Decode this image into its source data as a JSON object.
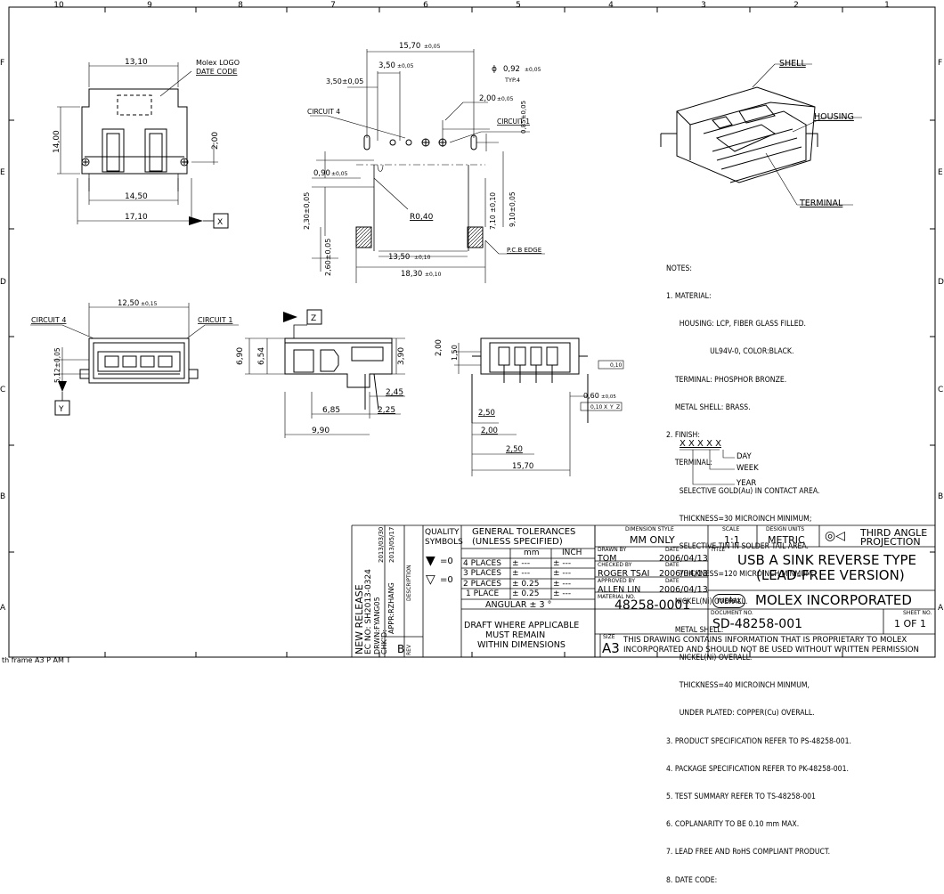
{
  "border": {
    "columns": [
      "10",
      "9",
      "8",
      "7",
      "6",
      "5",
      "4",
      "3",
      "2",
      "1"
    ],
    "rows_left": [
      "F",
      "E",
      "D",
      "C",
      "B",
      "A"
    ],
    "rows_right": [
      "F",
      "E",
      "D",
      "C",
      "B",
      "A"
    ],
    "frame_label": "th frame A3 P AM T"
  },
  "top_view": {
    "dims": [
      "13,10",
      "14,00",
      "2,00",
      "14,50",
      "17,10"
    ],
    "logo_label_1": "Molex LOGO",
    "logo_label_2": "DATE CODE",
    "datum": "X"
  },
  "footprint_view": {
    "dims": [
      "15,70",
      "±0,05",
      "3,50",
      "±0,05",
      "3,50±0,05",
      "0,92",
      "±0,05",
      "TYP.4",
      "2,00",
      "±0,05",
      "0,85±0,05",
      "0,90",
      "±0,05",
      "2,30±0,05",
      "R0,40",
      "7,10 ±0,10",
      "9,10±0,05",
      "2,60±0,05",
      "13,50",
      "±0,10",
      "18,30",
      "±0,10"
    ],
    "circuit_4": "CIRCUIT 4",
    "circuit_1": "CIRCUIT 1",
    "pcb_edge": "P.C.B EDGE",
    "phi": "ϕ"
  },
  "front_view": {
    "dims": [
      "12,50",
      "±0,15",
      "5,12±0,05"
    ],
    "circuit_4": "CIRCUIT 4",
    "circuit_1": "CIRCUIT 1",
    "datum": "Y"
  },
  "side_view": {
    "dims": [
      "6,90",
      "6,54",
      "3,90",
      "2,45",
      "6,85",
      "2,25",
      "9,90"
    ],
    "datum": "Z"
  },
  "rear_view": {
    "dims": [
      "2,00",
      "1,50",
      "0,10",
      "0,60",
      "±0,05",
      "0,10",
      "X",
      "Y",
      "Z",
      "2,50",
      "2,00",
      "2,50",
      "15,70"
    ]
  },
  "iso_view": {
    "shell": "SHELL",
    "housing": "HOUSING",
    "terminal": "TERMINAL"
  },
  "notes": [
    "NOTES:",
    "1. MATERIAL:",
    "      HOUSING: LCP, FIBER GLASS FILLED.",
    "                    UL94V-0, COLOR:BLACK.",
    "    TERMINAL: PHOSPHOR BRONZE.",
    "    METAL SHELL: BRASS.",
    "2. FINISH:",
    "    TERMINAL:",
    "      SELECTIVE GOLD(Au) IN CONTACT AREA.",
    "      THICKNESS=30 MICROINCH MINIMUM;",
    "      SELECTIVE TIN IN SOLDER TAIL AREA.",
    "      THICKNESS=120 MICROINCH MINMUM;",
    "    NICKEL(Ni) OVERALL.",
    "    METAL SHELL:",
    "      NICKEL(Ni) OVERALL.",
    "      THICKNESS=40 MICROINCH MINMUM,",
    "      UNDER PLATED: COPPER(Cu) OVERALL.",
    "3. PRODUCT SPECIFICATION REFER TO PS-48258-001.",
    "4. PACKAGE SPECIFICATION REFER TO PK-48258-001.",
    "5. TEST SUMMARY REFER TO TS-48258-001",
    "6. COPLANARITY TO BE 0.10 mm MAX.",
    "7. LEAD FREE AND RoHS COMPLIANT PRODUCT.",
    "8. DATE CODE:"
  ],
  "date_code": {
    "pattern": "X X X X X",
    "day": "DAY",
    "week": "WEEK",
    "year": "YEAR"
  },
  "revision": {
    "desc": "NEW RELEASE",
    "ec": "EC NO: SH2013-0324",
    "drwn": "DRWN:FYANG05",
    "chkd": "CHK'D:",
    "appr": "APPR:RZHANG",
    "date1": "2013/03/30",
    "date2": "2013/05/17",
    "rev": "B",
    "desc_label": "DESCRIPTION",
    "rev_label": "REV"
  },
  "quality": {
    "title1": "QUALITY",
    "title2": "SYMBOLS",
    "sym1": "=0",
    "sym2": "=0"
  },
  "tolerances": {
    "title1": "GENERAL TOLERANCES",
    "title2": "(UNLESS SPECIFIED)",
    "col_mm": "mm",
    "col_inch": "INCH",
    "rows": [
      {
        "label": "4 PLACES",
        "mm": "± ---",
        "inch": "± ---"
      },
      {
        "label": "3 PLACES",
        "mm": "± ---",
        "inch": "± ---"
      },
      {
        "label": "2 PLACES",
        "mm": "± 0.25",
        "inch": "± ---"
      },
      {
        "label": "1 PLACE",
        "mm": "± 0.25",
        "inch": "± ---"
      }
    ],
    "angular": "ANGULAR ± 3 °",
    "draft1": "DRAFT WHERE APPLICABLE",
    "draft2": "MUST REMAIN",
    "draft3": "WITHIN DIMENSIONS"
  },
  "title_block": {
    "dim_style_label": "DIMENSION STYLE",
    "dim_style": "MM ONLY",
    "scale_label": "SCALE",
    "scale": "1:1",
    "design_units_label": "DESIGN UNITS",
    "design_units": "METRIC",
    "projection1": "THIRD ANGLE",
    "projection2": "PROJECTION",
    "drawn_by_label": "DRAWN BY",
    "drawn_by": "TOM",
    "date_label": "DATE",
    "drawn_date": "2006/04/13",
    "checked_by_label": "CHECKED BY",
    "checked_by": "ROGER TSAI",
    "checked_date": "2006/04/13",
    "approved_by_label": "APPROVED BY",
    "approved_by": "ALLEN LIN",
    "approved_date": "2006/04/13",
    "title_label": "TITLE",
    "title1": "USB A SINK REVERSE TYPE",
    "title2": "(LEAD-FREE VERSION)",
    "company": "MOLEX INCORPORATED",
    "logo": "molex",
    "material_no_label": "MATERIAL NO.",
    "material_no": "48258-0001",
    "document_no_label": "DOCUMENT NO.",
    "document_no": "SD-48258-001",
    "sheet_no_label": "SHEET NO.",
    "sheet_no": "1 OF 1",
    "size_label": "SIZE",
    "size": "A3",
    "proprietary1": "THIS DRAWING CONTAINS INFORMATION THAT IS PROPRIETARY TO MOLEX",
    "proprietary2": "INCORPORATED AND SHOULD NOT BE USED WITHOUT WRITTEN PERMISSION"
  }
}
